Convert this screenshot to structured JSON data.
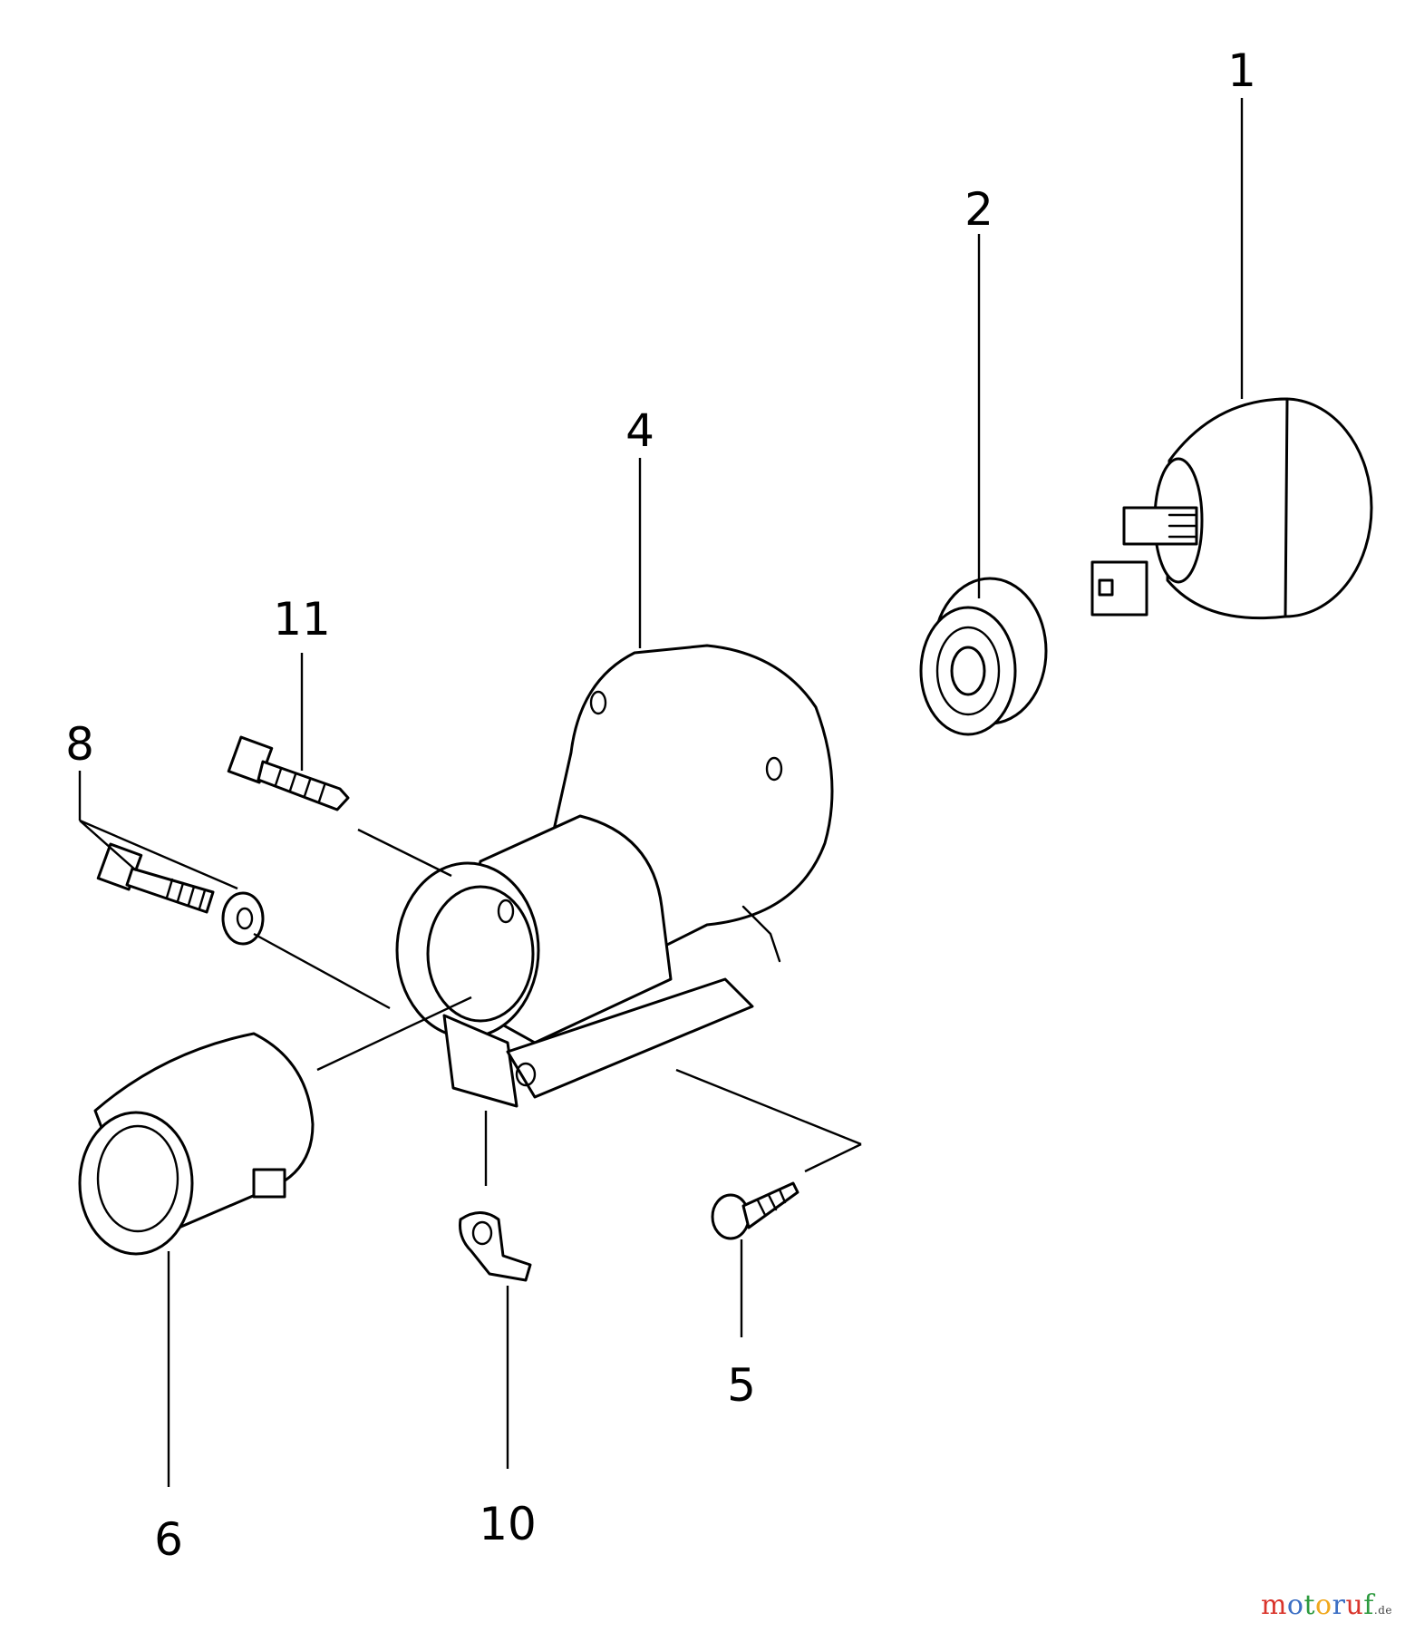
{
  "callouts": [
    {
      "id": "1",
      "label": "1"
    },
    {
      "id": "2",
      "label": "2"
    },
    {
      "id": "4",
      "label": "4"
    },
    {
      "id": "5",
      "label": "5"
    },
    {
      "id": "6",
      "label": "6"
    },
    {
      "id": "8",
      "label": "8"
    },
    {
      "id": "10",
      "label": "10"
    },
    {
      "id": "11",
      "label": "11"
    }
  ],
  "watermark": {
    "brand": "motoruf",
    "domain": ".de",
    "letter_colors": [
      "#d9342b",
      "#3c6fc4",
      "#2d9a3f",
      "#f0a81e",
      "#3c6fc4",
      "#d9342b",
      "#2d9a3f"
    ]
  }
}
